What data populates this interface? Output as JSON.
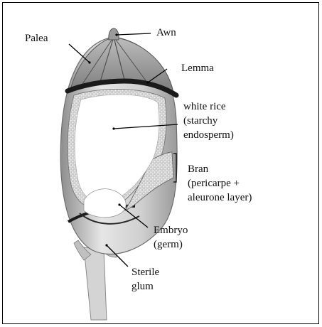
{
  "labels": {
    "awn": "Awn",
    "palea": "Palea",
    "lemma": "Lemma",
    "white_rice": "white rice\n(starchy\nendosperm)",
    "bran": "Bran\n(pericarpe +\naleurone layer)",
    "embryo": "Embryo\n(germ)",
    "sterile_glum": "Sterile\nglum"
  },
  "colors": {
    "husk_light": "#d9d9d9",
    "husk_mid": "#a8a8a8",
    "husk_dark": "#6e6e6e",
    "band": "#1a1a1a",
    "endosperm": "#ffffff",
    "bran_layer": "#e4e4e4",
    "pointer": "#000000"
  }
}
